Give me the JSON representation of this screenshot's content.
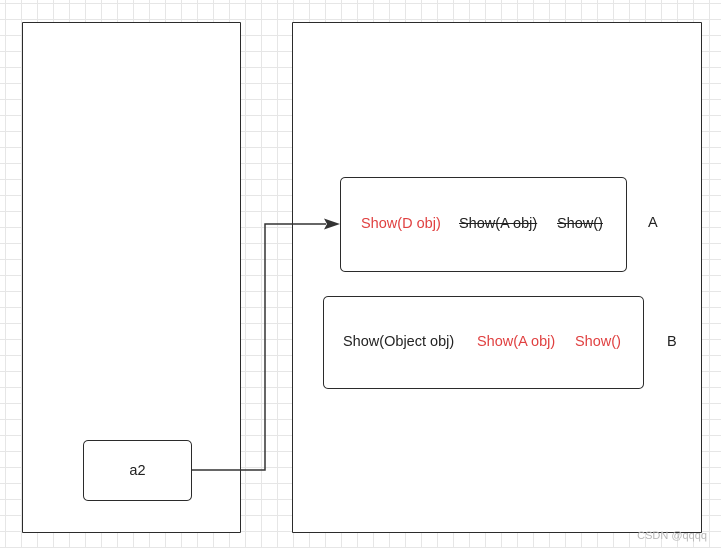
{
  "variable": {
    "name": "a2"
  },
  "class_a": {
    "methods": [
      "Show(D obj)",
      "Show(A obj)",
      "Show()"
    ],
    "label": "A"
  },
  "class_b": {
    "methods": [
      "Show(Object obj)",
      "Show(A obj)",
      "Show()"
    ],
    "label": "B"
  },
  "colors": {
    "highlight": "#e04040",
    "normal": "#222222",
    "crossed": "#222222"
  },
  "watermark": "CSDN @qqqq"
}
